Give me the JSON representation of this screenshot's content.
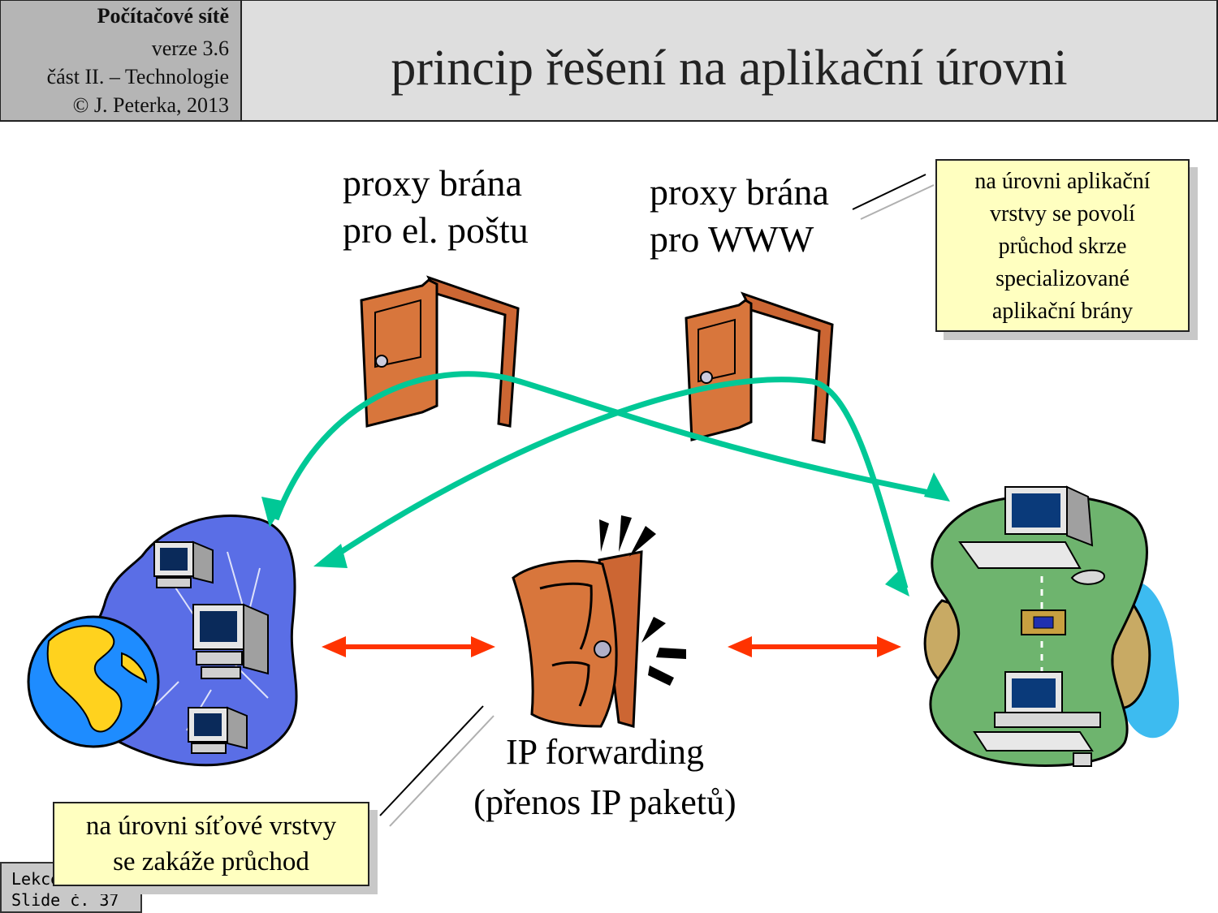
{
  "header": {
    "course": "Počítačové sítě",
    "version": "verze 3.6",
    "part": "část  II. – Technologie",
    "copyright": "© J. Peterka, 2013",
    "title": "princip řešení na aplikační úrovni"
  },
  "labels": {
    "proxy_mail_line1": "proxy brána",
    "proxy_mail_line2": "pro el. poštu",
    "proxy_www_line1": "proxy brána",
    "proxy_www_line2": "pro WWW",
    "ip_forwarding_line1": "IP forwarding",
    "ip_forwarding_line2": "(přenos IP paketů)"
  },
  "callouts": {
    "application_level": [
      "na úrovni aplikační",
      "vrstvy se povolí",
      "průchod skrze",
      "specializované",
      "aplikační brány"
    ],
    "network_level": [
      "na úrovni síťové vrstvy",
      "se zakáže průchod"
    ]
  },
  "footer": {
    "line1": "Lekce",
    "line2": "Slide č. 37"
  },
  "colors": {
    "allowed_path": "#00c896",
    "blocked_path": "#ff3300",
    "door": "#cc6633",
    "callout_bg": "#ffffc0"
  },
  "icons": [
    "open-door-icon",
    "slamming-door-icon",
    "globe-network-icon",
    "local-network-icon"
  ]
}
